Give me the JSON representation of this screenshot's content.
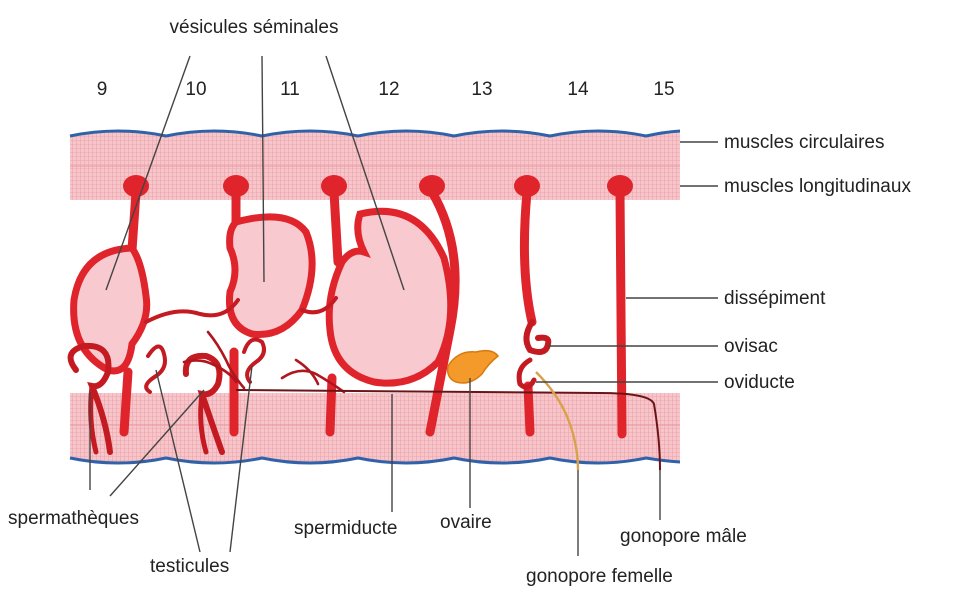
{
  "title": "vésicules séminales",
  "segments": [
    "9",
    "10",
    "11",
    "12",
    "13",
    "14",
    "15"
  ],
  "labels": {
    "muscles_circulaires": "muscles circulaires",
    "muscles_longitudinaux": "muscles longitudinaux",
    "dissepiment": "dissépiment",
    "ovisac": "ovisac",
    "oviducte": "oviducte",
    "spermatheques": "spermathèques",
    "testicules": "testicules",
    "spermiducte": "spermiducte",
    "ovaire": "ovaire",
    "gonopore_male": "gonopore mâle",
    "gonopore_femelle": "gonopore femelle"
  },
  "colors": {
    "body_wall_fill": "#f7c6cb",
    "outline_blue": "#2f62a8",
    "organ_red": "#e0242c",
    "vesicle_fill": "#f8c9cf",
    "ovary_orange": "#f39a2b",
    "female_duct": "#d8a24a",
    "male_duct": "#6b1418"
  }
}
